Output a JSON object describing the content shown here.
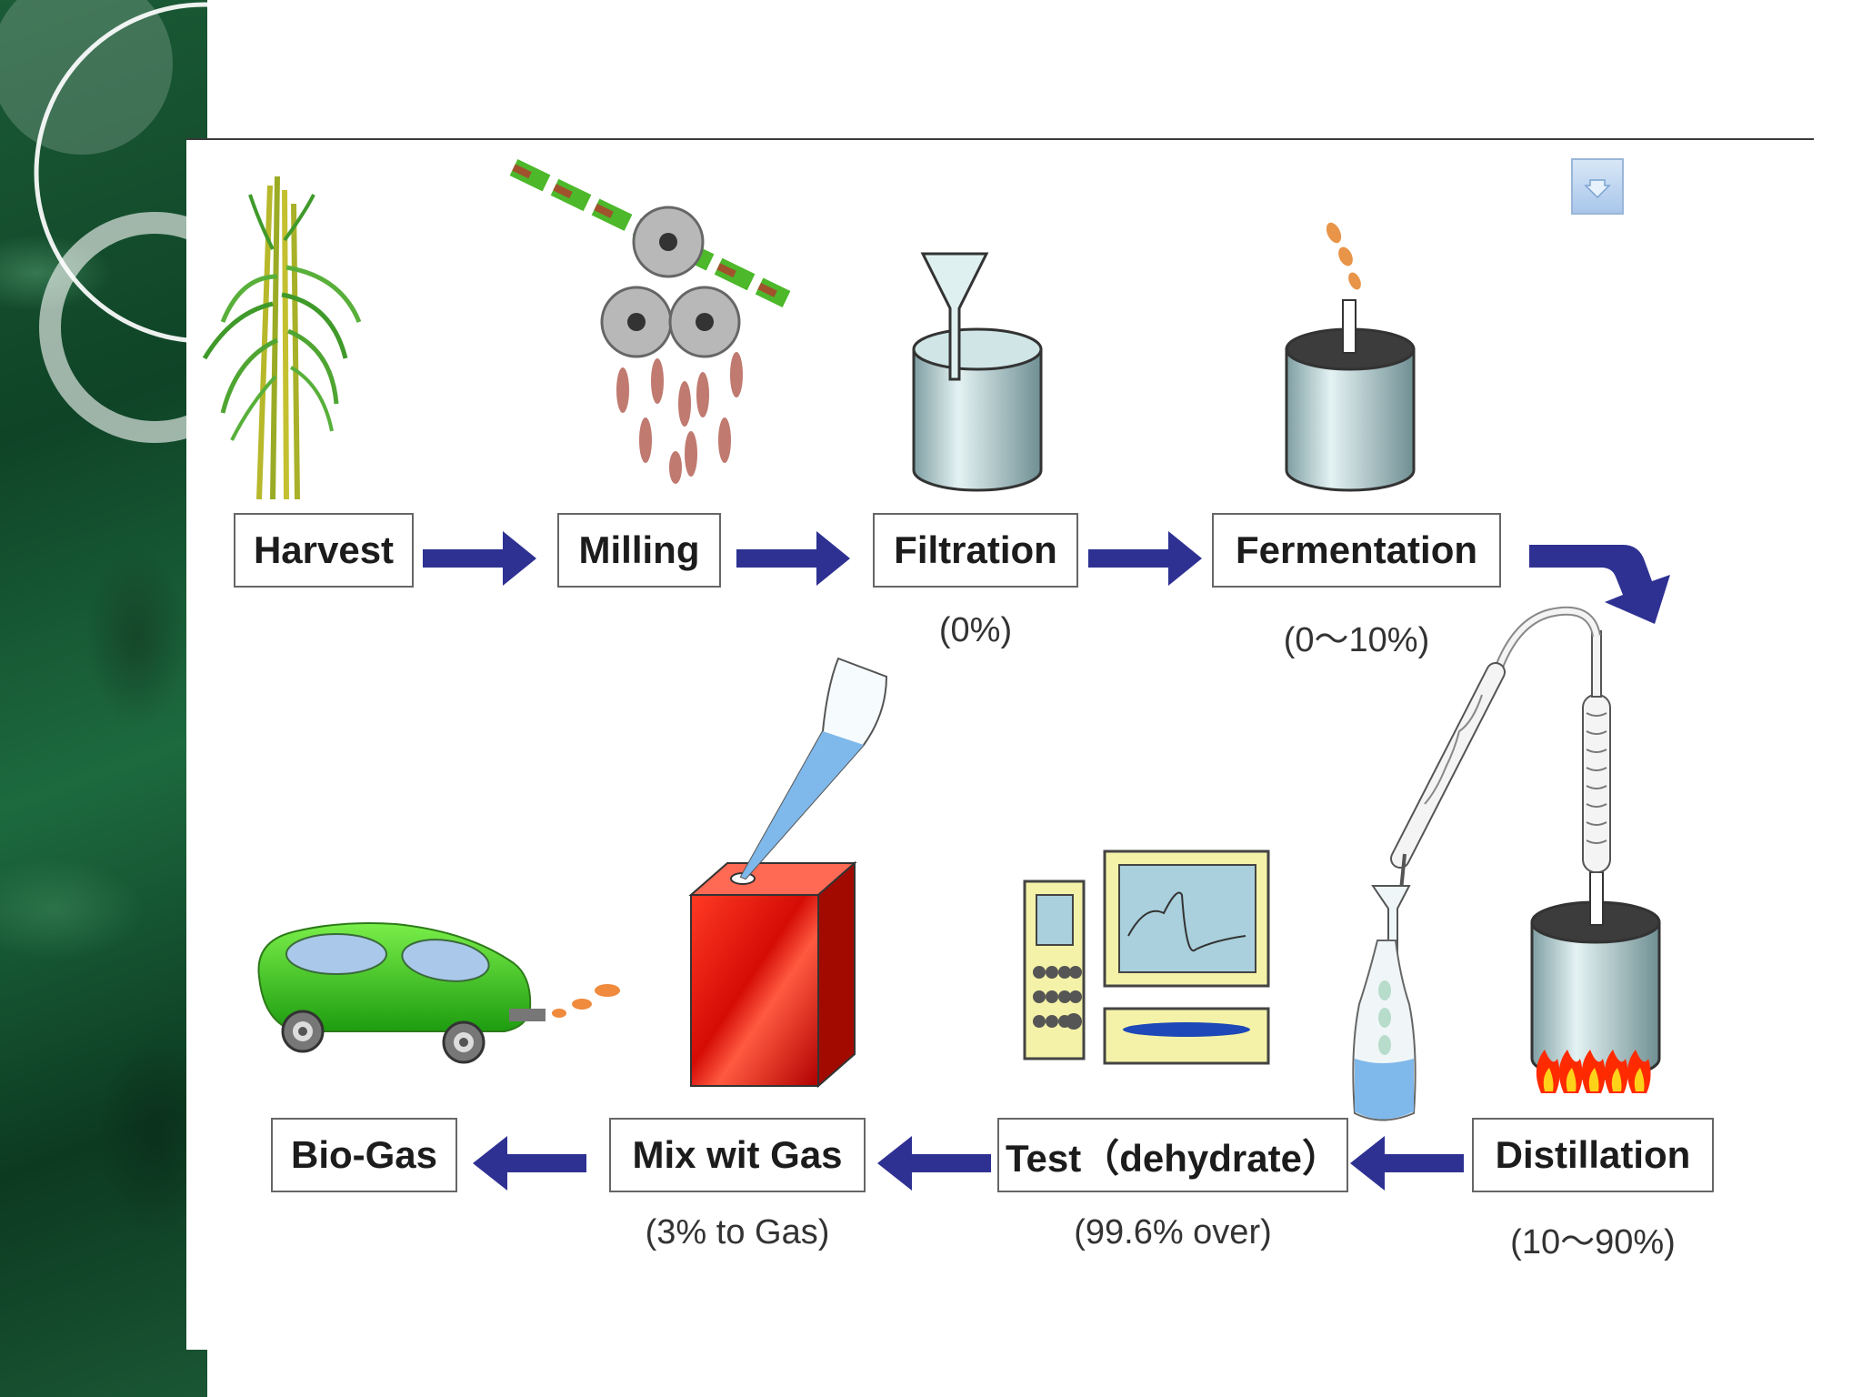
{
  "slide": {
    "steps": [
      {
        "label": "Harvest",
        "percent": ""
      },
      {
        "label": "Milling",
        "percent": ""
      },
      {
        "label": "Filtration",
        "percent": "(0%)"
      },
      {
        "label": "Fermentation",
        "percent": "(0～10%)"
      },
      {
        "label": "Distillation",
        "percent": "(10～90%)"
      },
      {
        "label": "Test（dehydrate）",
        "percent": "(99.6% over)"
      },
      {
        "label": "Mix wit Gas",
        "percent": "(3% to Gas)"
      },
      {
        "label": "Bio-Gas",
        "percent": ""
      }
    ],
    "colors": {
      "arrow": "#2e3192",
      "sidebar": "#1b5b36",
      "tank": "#b9d2d4",
      "fuel_box": "#e8170c",
      "car": "#34c81c",
      "liquid": "#7fb8ea"
    },
    "corner_button_icon": "down-arrow-icon"
  }
}
